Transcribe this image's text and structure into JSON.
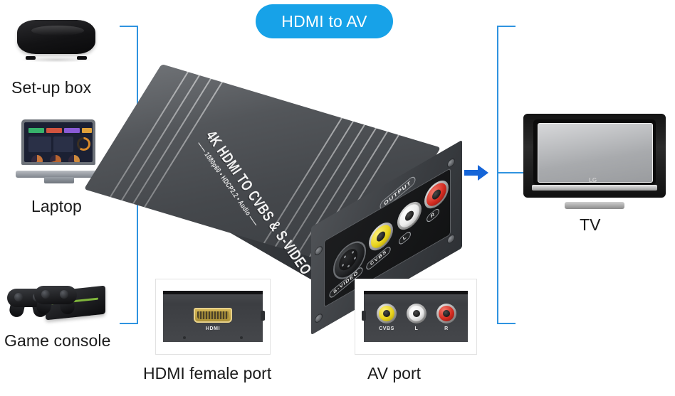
{
  "title_badge": {
    "label": "HDMI to AV",
    "color": "#17a2e8",
    "text_color": "#ffffff"
  },
  "sources": [
    {
      "id": "set-up-box",
      "label": "Set-up box"
    },
    {
      "id": "laptop",
      "label": "Laptop"
    },
    {
      "id": "game-console",
      "label": "Game console"
    }
  ],
  "destination": {
    "id": "tv",
    "label": "TV",
    "brand_mark": "LG"
  },
  "converter": {
    "brand_text": "4K HDMI TO CVBS & S-VIDEO",
    "sub_text": "—— 1080p60 • HDCP2.2 • Audio ——",
    "panel_label": "OUTPUT",
    "ports": [
      {
        "id": "s-video",
        "label": "S-VIDEO",
        "color": "#1a1b1d"
      },
      {
        "id": "cvbs",
        "label": "CVBS",
        "color": "#e8d21a"
      },
      {
        "id": "left",
        "label": "L",
        "color": "#f2f2f2"
      },
      {
        "id": "right",
        "label": "R",
        "color": "#d42b20"
      }
    ]
  },
  "detail_boxes": [
    {
      "id": "hdmi-female-port",
      "caption": "HDMI female port",
      "port_label": "HDMI",
      "port_color": "#c9a945"
    },
    {
      "id": "av-port",
      "caption": "AV port",
      "jacks": [
        {
          "id": "cvbs",
          "label": "CVBS",
          "color": "#e8d21a"
        },
        {
          "id": "left",
          "label": "L",
          "color": "#f2f2f2"
        },
        {
          "id": "right",
          "label": "R",
          "color": "#d42b20"
        }
      ]
    }
  ],
  "flow": {
    "line_color": "#2f93e0",
    "arrow_color": "#1565d8",
    "input_arrow_direction": "right",
    "output_arrow_direction": "right"
  },
  "background_color": "#ffffff"
}
